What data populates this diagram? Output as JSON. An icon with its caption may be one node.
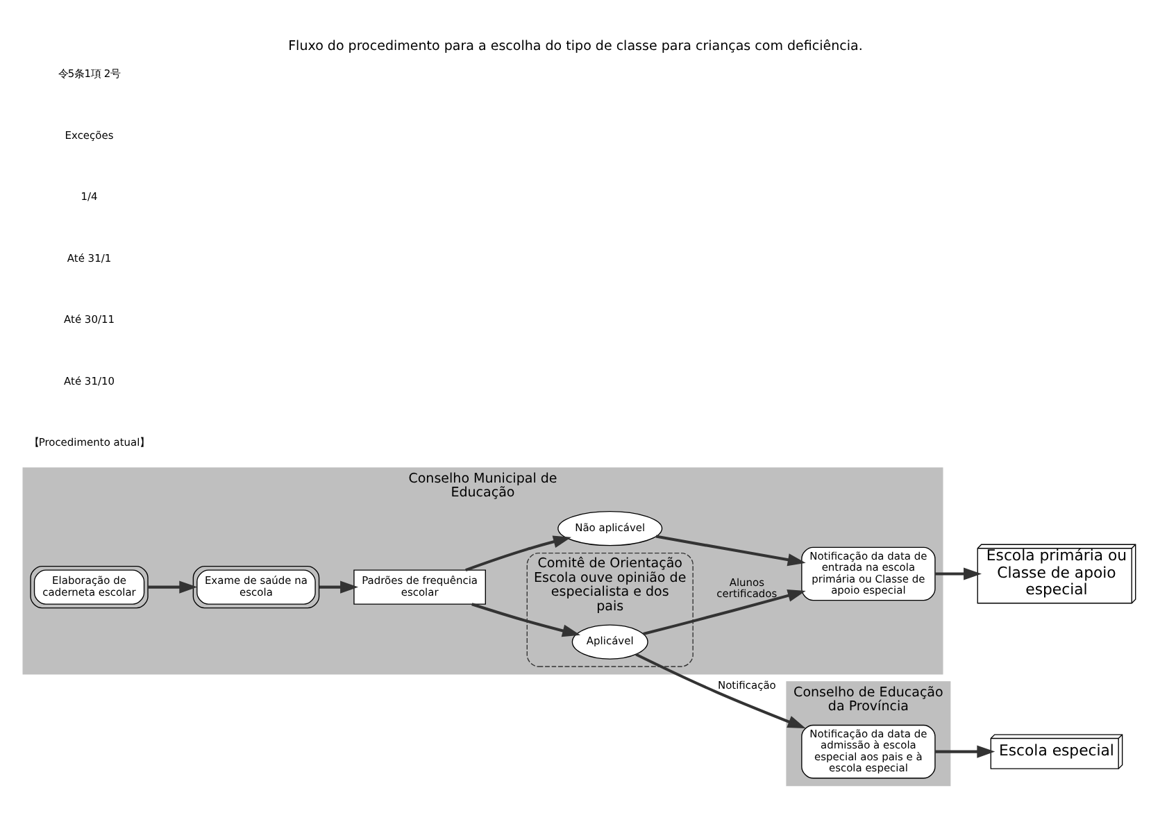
{
  "diagram": {
    "title": "Fluxo do procedimento para a escolha do tipo de classe para crianças com deficiência.",
    "nodes": [
      {
        "text": [
          "Conselho Municipal de Educação"
        ]
      },
      {
        "text": [
          "Elaboração de caderneta escolar"
        ],
        "in": 0
      },
      {
        "text": [
          "Exame de saúde na escola"
        ],
        "in": 0
      },
      {
        "text": [
          "Comitê de Orientação Escola ouve opinião de especialista e dos pais"
        ],
        "in": 0
      },
      {
        "text": [
          "Padrões de frequência escolar"
        ],
        "in": 0
      },
      {
        "text": [
          "Aplicável"
        ],
        "in": 3
      },
      {
        "text": [
          "Não aplicável"
        ],
        "in": 0
      },
      {
        "text": [
          "Notificação da data de entrada na escola primária ou Classe de apoio especial"
        ],
        "in": 0
      },
      {
        "text": [
          "Conselho de Educação da Província"
        ]
      },
      {
        "text": [
          "Notificação da data de admissão à escola especial aos pais e à escola especial"
        ],
        "in": 8
      },
      {
        "text": [
          "Escola especial"
        ]
      },
      {
        "text": [
          "Escola primária ou Classe de apoio especial"
        ]
      }
    ],
    "edges": [
      {
        "from": 1,
        "to": 2,
        "arrow": "to"
      },
      {
        "from": 2,
        "to": 4,
        "arrow": "to"
      },
      {
        "from": 4,
        "to": 5,
        "arrow": "to"
      },
      {
        "from": 4,
        "to": 6,
        "arrow": "to"
      },
      {
        "from": 5,
        "to": 9,
        "arrow": "to",
        "label": "Notificação"
      },
      {
        "from": 5,
        "to": 7,
        "arrow": "to",
        "label": "Alunos certificados"
      },
      {
        "from": 6,
        "to": 7,
        "arrow": "to"
      },
      {
        "from": 9,
        "to": 10,
        "arrow": "to"
      },
      {
        "from": 7,
        "to": 11,
        "arrow": "to"
      }
    ],
    "labels": [
      "【Procedimento atual】",
      "Até 31/10",
      "Até 30/11",
      "Até 31/1",
      "1/4",
      "Exceções",
      "令5条1項 2号"
    ]
  }
}
